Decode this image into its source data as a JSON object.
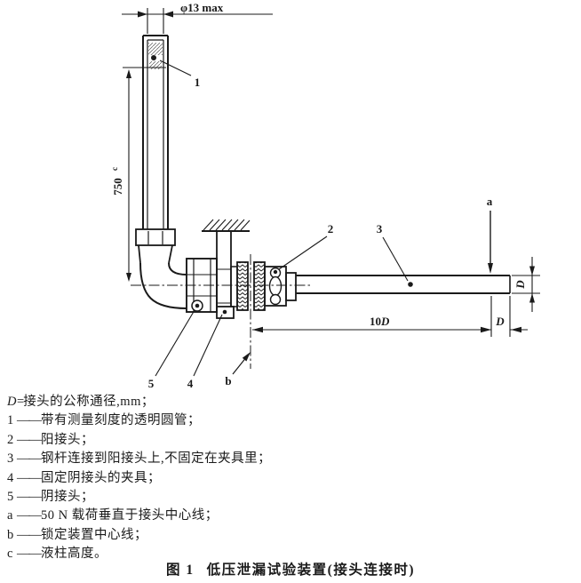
{
  "diagram": {
    "dim_top": "φ13 max",
    "dim_height": {
      "value": "750",
      "sup": "c"
    },
    "part_labels": {
      "p1": "1",
      "p2": "2",
      "p3": "3",
      "p4": "4",
      "p5": "5"
    },
    "load_label": "a",
    "lock_centerline_label": "b",
    "dim_10d": {
      "num": "10",
      "d": "D"
    },
    "dim_d_right": "D",
    "dim_d_bottom": "D"
  },
  "legend": {
    "items": [
      {
        "sym": "D",
        "sep": "=",
        "text": "接头的公称通径,mm；"
      },
      {
        "sym": "1",
        "sep": "——",
        "text": "带有测量刻度的透明圆管；"
      },
      {
        "sym": "2",
        "sep": "——",
        "text": "阳接头；"
      },
      {
        "sym": "3",
        "sep": "——",
        "text": "钢杆连接到阳接头上,不固定在夹具里；"
      },
      {
        "sym": "4",
        "sep": "——",
        "text": "固定阴接头的夹具；"
      },
      {
        "sym": "5",
        "sep": "——",
        "text": "阴接头；"
      },
      {
        "sym": "a",
        "sep": "——",
        "text": "50 N 载荷垂直于接头中心线；"
      },
      {
        "sym": "b",
        "sep": "——",
        "text": "锁定装置中心线；"
      },
      {
        "sym": "c",
        "sep": "——",
        "text": "液柱高度。"
      }
    ]
  },
  "caption": {
    "fig": "图 1",
    "title": "低压泄漏试验装置(接头连接时)"
  },
  "colors": {
    "ink": "#1a1a1a",
    "paper": "#ffffff"
  }
}
